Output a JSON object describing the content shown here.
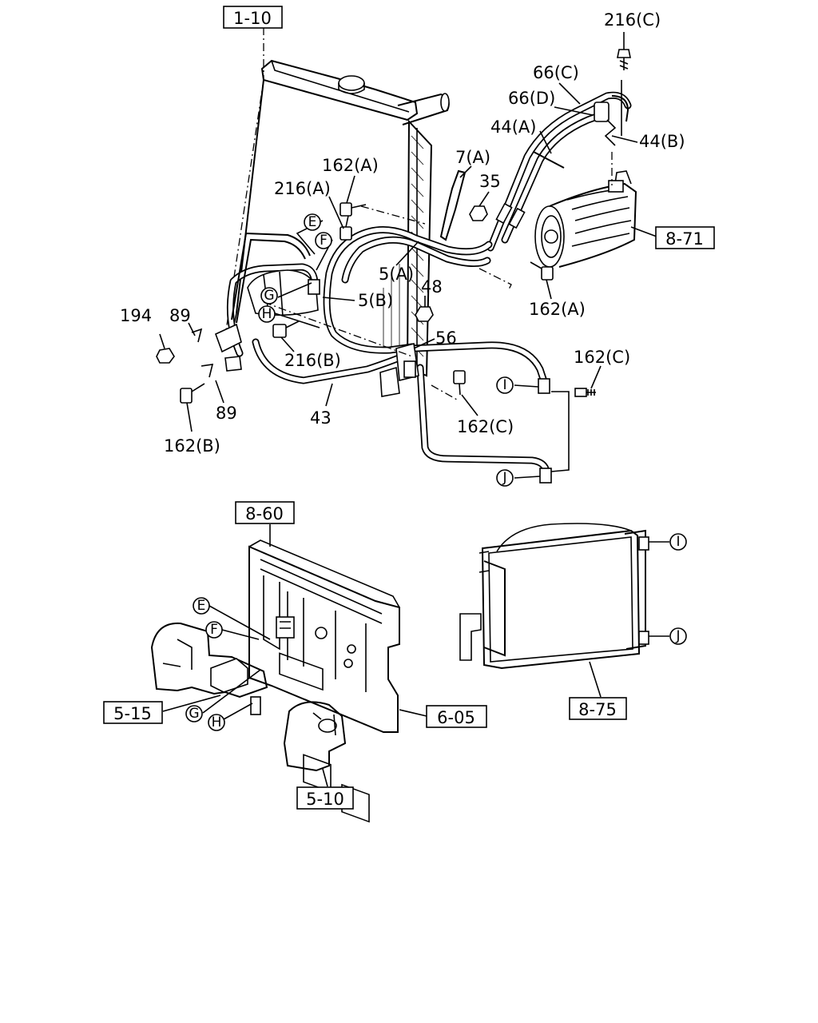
{
  "ref_boxes": {
    "radiator": "1-10",
    "compressor": "8-71",
    "front_panel": "8-60",
    "bracket_left": "5-15",
    "bracket_right": "6-05",
    "lower_part": "5-10",
    "condenser": "8-75"
  },
  "callouts": {
    "bolt_216c": "216(C)",
    "hose_66c": "66(C)",
    "hose_66d": "66(D)",
    "clip_44a": "44(A)",
    "clip_44b": "44(B)",
    "bracket_7a": "7(A)",
    "nut_35": "35",
    "bolt_162a_top": "162(A)",
    "bolt_216a": "216(A)",
    "pipe_5a": "5(A)",
    "pipe_5b": "5(B)",
    "nut_48": "48",
    "clamp_56": "56",
    "bolt_162a_bottom": "162(A)",
    "clip_89_top": "89",
    "nut_194": "194",
    "bolt_216b": "216(B)",
    "hose_43": "43",
    "clip_89_bottom": "89",
    "bolt_162b": "162(B)",
    "bolt_162c_right": "162(C)",
    "bolt_162c_mid": "162(C)"
  },
  "connectors": {
    "e": "E",
    "f": "F",
    "g": "G",
    "h": "H",
    "i": "I",
    "j": "J"
  }
}
